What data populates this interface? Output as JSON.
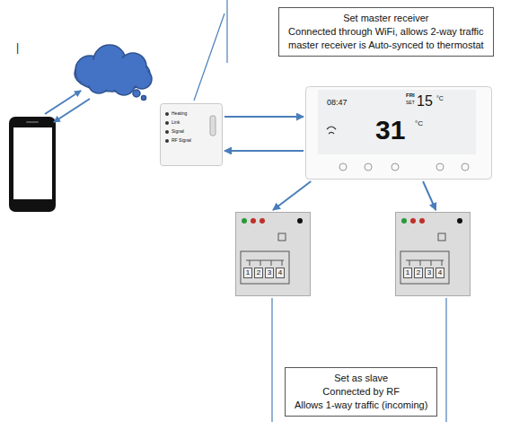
{
  "diagram": {
    "nodes": [
      {
        "text": [
          "Set master receiver",
          "Connected through WiFi, allows 2-way traffic",
          "master receiver is Auto-synced to thermostat"
        ]
      },
      {
        "text": [
          "Heating",
          "Link",
          "Signal",
          "RF Signal"
        ]
      },
      {
        "text": [
          "FRI",
          "08:47",
          "SET",
          "15",
          "°C",
          "31",
          "°C"
        ]
      },
      {
        "text": [
          "1",
          "2",
          "3",
          "4"
        ]
      },
      {
        "text": [
          "1",
          "2",
          "3",
          "4"
        ]
      },
      {
        "text": [
          "Set as slave",
          "Connected by RF",
          "Allows 1-way traffic (incoming)"
        ]
      }
    ],
    "edges": [
      {
        "from": 1,
        "to": 2,
        "arrow": "to"
      },
      {
        "from": 2,
        "to": 1,
        "arrow": "to"
      },
      {
        "from": 2,
        "to": 3,
        "arrow": "to"
      },
      {
        "from": 2,
        "to": 4,
        "arrow": "to"
      }
    ],
    "labels": [
      "|"
    ]
  }
}
